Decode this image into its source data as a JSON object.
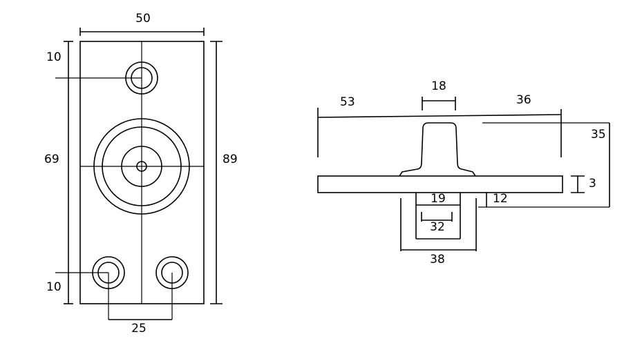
{
  "front_view": {
    "width_label": "50",
    "height_label": "89",
    "span_label": "69",
    "top_offset_label": "10",
    "bottom_offset_label": "10",
    "hole_spacing_label": "25"
  },
  "side_view": {
    "left_label": "53",
    "post_width_label": "18",
    "right_label": "36",
    "height_label": "35",
    "plate_thickness_label": "3",
    "boss_label": "19",
    "offset_label": "12",
    "inner_label": "32",
    "base_label": "38"
  }
}
